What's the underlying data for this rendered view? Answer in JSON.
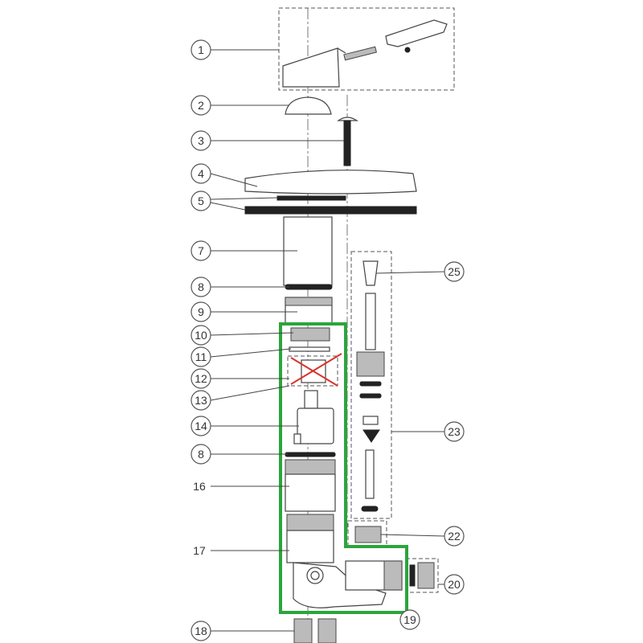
{
  "diagram": {
    "callouts": [
      {
        "id": "c1",
        "label": "1"
      },
      {
        "id": "c2",
        "label": "2"
      },
      {
        "id": "c3",
        "label": "3"
      },
      {
        "id": "c4",
        "label": "4"
      },
      {
        "id": "c5",
        "label": "5"
      },
      {
        "id": "c7",
        "label": "7"
      },
      {
        "id": "c8a",
        "label": "8"
      },
      {
        "id": "c9",
        "label": "9"
      },
      {
        "id": "c10",
        "label": "10"
      },
      {
        "id": "c11",
        "label": "11"
      },
      {
        "id": "c12",
        "label": "12"
      },
      {
        "id": "c13",
        "label": "13"
      },
      {
        "id": "c14",
        "label": "14"
      },
      {
        "id": "c8b",
        "label": "8"
      },
      {
        "id": "c16",
        "label": "16"
      },
      {
        "id": "c17",
        "label": "17"
      },
      {
        "id": "c18",
        "label": "18"
      },
      {
        "id": "c19",
        "label": "19"
      },
      {
        "id": "c20",
        "label": "20"
      },
      {
        "id": "c22",
        "label": "22"
      },
      {
        "id": "c23",
        "label": "23"
      },
      {
        "id": "c25",
        "label": "25"
      }
    ],
    "colors": {
      "highlight": "#2ba53c",
      "cross": "#d9342b"
    }
  }
}
